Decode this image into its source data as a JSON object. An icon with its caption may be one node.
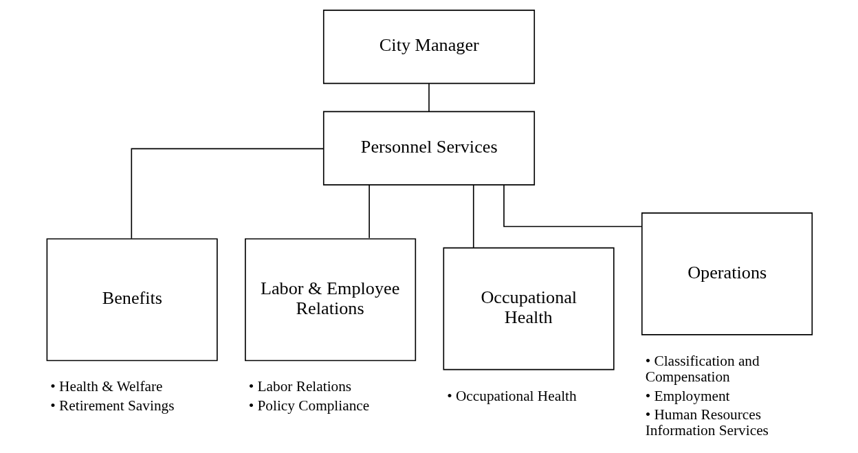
{
  "diagram": {
    "nodes": [
      {
        "text": [
          "City Manager"
        ]
      },
      {
        "text": [
          "Personnel Services"
        ]
      },
      {
        "text": [
          "Benefits"
        ],
        "beside": [
          "• Health & Welfare",
          "• Retirement Savings"
        ]
      },
      {
        "text": [
          "Labor & Employee Relations"
        ],
        "beside": [
          "• Labor Relations",
          "• Policy Compliance"
        ]
      },
      {
        "text": [
          "Occupational Health"
        ],
        "beside": [
          "• Occupational Health"
        ]
      },
      {
        "text": [
          "Operations"
        ],
        "beside": [
          "• Classification and Compensation",
          "• Employment",
          "• Human Resources Information Services"
        ]
      }
    ],
    "edges": [
      {
        "from": 0,
        "to": 1,
        "arrow": "none"
      },
      {
        "from": 1,
        "to": 2,
        "arrow": "none"
      },
      {
        "from": 1,
        "to": 3,
        "arrow": "none"
      },
      {
        "from": 1,
        "to": 4,
        "arrow": "none"
      },
      {
        "from": 1,
        "to": 5,
        "arrow": "none"
      }
    ]
  }
}
